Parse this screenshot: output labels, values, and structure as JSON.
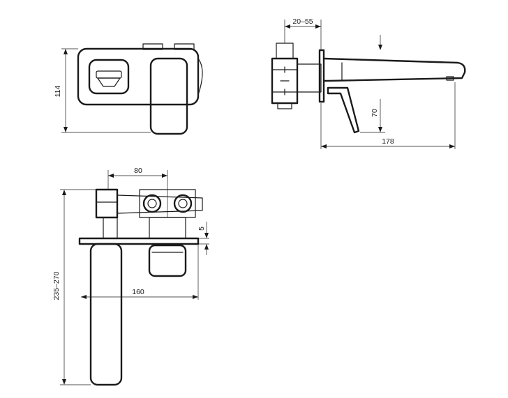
{
  "dimensions": {
    "top_view_height": "114",
    "side_view_wall_depth": "20–55",
    "side_view_spout_length": "178",
    "side_view_lever_drop": "70",
    "front_view_centers": "80",
    "front_view_offset": "5",
    "front_view_spout_reach": "160",
    "front_view_total_height": "235–270"
  }
}
